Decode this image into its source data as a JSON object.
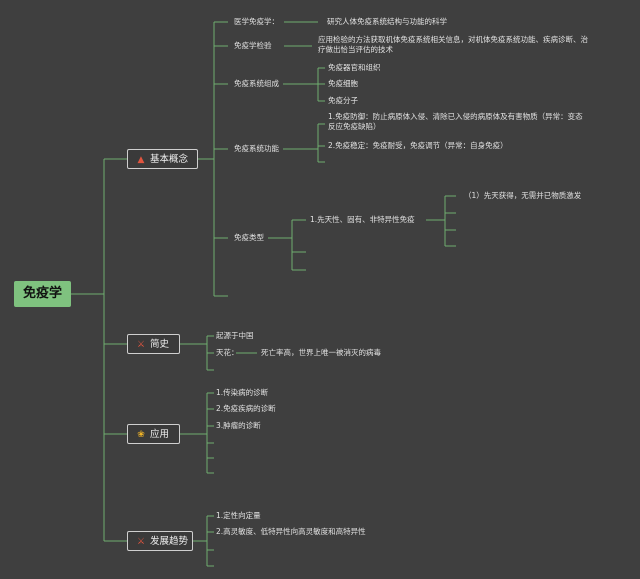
{
  "root": "免疫学",
  "branches": {
    "basic": {
      "label": "基本概念",
      "icon": "house-icon",
      "icon_color": "#e0553f",
      "nodes": {
        "n1_label": "医学免疫学：",
        "n1_desc": "研究人体免疫系统结构与功能的科学",
        "n2_label": "免疫学检验",
        "n2_desc": "应用检验的方法获取机体免疫系统相关信息，对机体免疫系统功能、疾病诊断、治疗做出恰当评估的技术",
        "n3_label": "免疫系统组成",
        "n3_items": [
          "免疫器官和组织",
          "免疫细胞",
          "免疫分子"
        ],
        "n4_label": "免疫系统功能",
        "n4_items": [
          "1.免疫防御：防止病原体入侵、清除已入侵的病原体及有害物质（异常：变态反应免疫缺陷）",
          "2.免疫稳定：免疫耐受，免疫调节（异常：自身免疫）"
        ],
        "n5_label": "免疫类型",
        "n5_sub": "1.先天性、固有、非特异性免疫",
        "n5_subsub": "（1）先天获得，无需并已物质激发"
      }
    },
    "history": {
      "label": "简史",
      "icon": "crossed-swords-icon",
      "icon_color": "#e0553f",
      "items": [
        "起源于中国"
      ],
      "smallpox_label": "天花：",
      "smallpox_desc": "死亡率高，世界上唯一被消灭的病毒"
    },
    "application": {
      "label": "应用",
      "icon": "award-ribbon-icon",
      "icon_color": "#f0b428",
      "items": [
        "1.传染病的诊断",
        "2.免疫疾病的诊断",
        "3.肿瘤的诊断"
      ]
    },
    "trend": {
      "label": "发展趋势",
      "icon": "crossed-swords-icon",
      "icon_color": "#e0553f",
      "items": [
        "1.定性向定量",
        "2.高灵敏度、低特异性向高灵敏度和高特异性"
      ]
    }
  },
  "colors": {
    "background": "#3f3f3f",
    "connector": "#6fae6f",
    "root_fill": "#7fc27f"
  }
}
